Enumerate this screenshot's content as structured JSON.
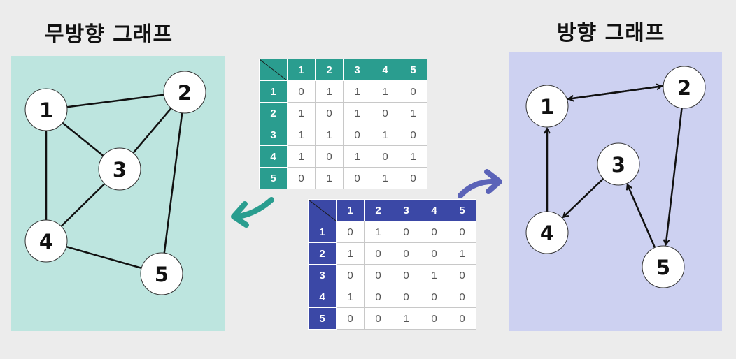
{
  "undirected": {
    "title": "무방향 그래프",
    "nodes": [
      {
        "id": "1",
        "label": "1"
      },
      {
        "id": "2",
        "label": "2"
      },
      {
        "id": "3",
        "label": "3"
      },
      {
        "id": "4",
        "label": "4"
      },
      {
        "id": "5",
        "label": "5"
      }
    ],
    "edges": [
      [
        "1",
        "2"
      ],
      [
        "1",
        "3"
      ],
      [
        "1",
        "4"
      ],
      [
        "2",
        "3"
      ],
      [
        "2",
        "5"
      ],
      [
        "3",
        "4"
      ],
      [
        "4",
        "5"
      ]
    ],
    "matrix": {
      "headers": [
        "1",
        "2",
        "3",
        "4",
        "5"
      ],
      "rows": [
        [
          "0",
          "1",
          "1",
          "1",
          "0"
        ],
        [
          "1",
          "0",
          "1",
          "0",
          "1"
        ],
        [
          "1",
          "1",
          "0",
          "1",
          "0"
        ],
        [
          "1",
          "0",
          "1",
          "0",
          "1"
        ],
        [
          "0",
          "1",
          "0",
          "1",
          "0"
        ]
      ]
    }
  },
  "directed": {
    "title": "방향 그래프",
    "nodes": [
      {
        "id": "1",
        "label": "1"
      },
      {
        "id": "2",
        "label": "2"
      },
      {
        "id": "3",
        "label": "3"
      },
      {
        "id": "4",
        "label": "4"
      },
      {
        "id": "5",
        "label": "5"
      }
    ],
    "edges": [
      [
        "1",
        "2"
      ],
      [
        "2",
        "1"
      ],
      [
        "2",
        "5"
      ],
      [
        "3",
        "4"
      ],
      [
        "4",
        "1"
      ],
      [
        "5",
        "3"
      ]
    ],
    "matrix": {
      "headers": [
        "1",
        "2",
        "3",
        "4",
        "5"
      ],
      "rows": [
        [
          "0",
          "1",
          "0",
          "0",
          "0"
        ],
        [
          "1",
          "0",
          "0",
          "0",
          "1"
        ],
        [
          "0",
          "0",
          "0",
          "1",
          "0"
        ],
        [
          "1",
          "0",
          "0",
          "0",
          "0"
        ],
        [
          "0",
          "0",
          "1",
          "0",
          "0"
        ]
      ]
    }
  },
  "colors": {
    "undirected_panel": "#bde5df",
    "undirected_accent": "#2a9d8f",
    "directed_panel": "#cdd1f1",
    "directed_accent": "#3b48a6",
    "arrow_left": "#2a9d8f",
    "arrow_right": "#5b63b8"
  },
  "icons": {
    "arrow_left": "curved-arrow-left-icon",
    "arrow_right": "curved-arrow-right-icon"
  }
}
